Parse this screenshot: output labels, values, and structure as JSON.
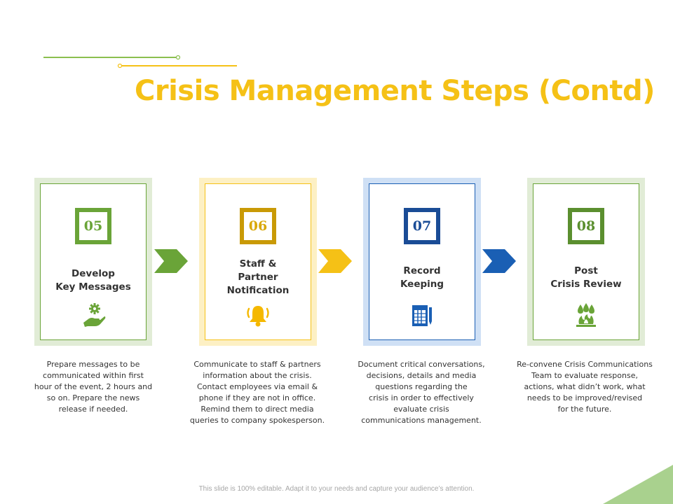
{
  "slide": {
    "title": "Crisis Management Steps (Contd)",
    "footer": "This slide is 100% editable. Adapt it to your needs and capture your audience’s attention."
  },
  "colors": {
    "title": "#f5c116",
    "green": "#6aa438",
    "yellow": "#f5c116",
    "blue": "#1a5fb4",
    "dark_green": "#5b8f2f"
  },
  "steps": [
    {
      "number": "05",
      "label_lines": [
        "Develop",
        "Key Messages"
      ],
      "icon": "gear-hand-icon",
      "description_lines": [
        "Prepare messages to be",
        "communicated within first",
        "hour of the event, 2 hours and",
        "so on. Prepare the news",
        "release if needed."
      ]
    },
    {
      "number": "06",
      "label_lines": [
        "Staff &",
        "Partner",
        "Notification"
      ],
      "icon": "bell-icon",
      "description_lines": [
        "Communicate to staff & partners",
        "information about the crisis.",
        "Contact employees via email &",
        "phone if they are not in office.",
        "Remind them to direct media",
        "queries to company spokesperson."
      ]
    },
    {
      "number": "07",
      "label_lines": [
        "Record",
        "Keeping"
      ],
      "icon": "document-pen-icon",
      "description_lines": [
        "Document critical conversations,",
        "decisions, details and media",
        "questions regarding the",
        "crisis in order to effectively",
        "evaluate crisis",
        "communications management."
      ]
    },
    {
      "number": "08",
      "label_lines": [
        "Post",
        "Crisis Review"
      ],
      "icon": "fire-water-icon",
      "description_lines": [
        "Re-convene Crisis Communications",
        "Team to evaluate response,",
        "actions, what didn’t work, what",
        "needs to be improved/revised",
        "for the future."
      ]
    }
  ]
}
